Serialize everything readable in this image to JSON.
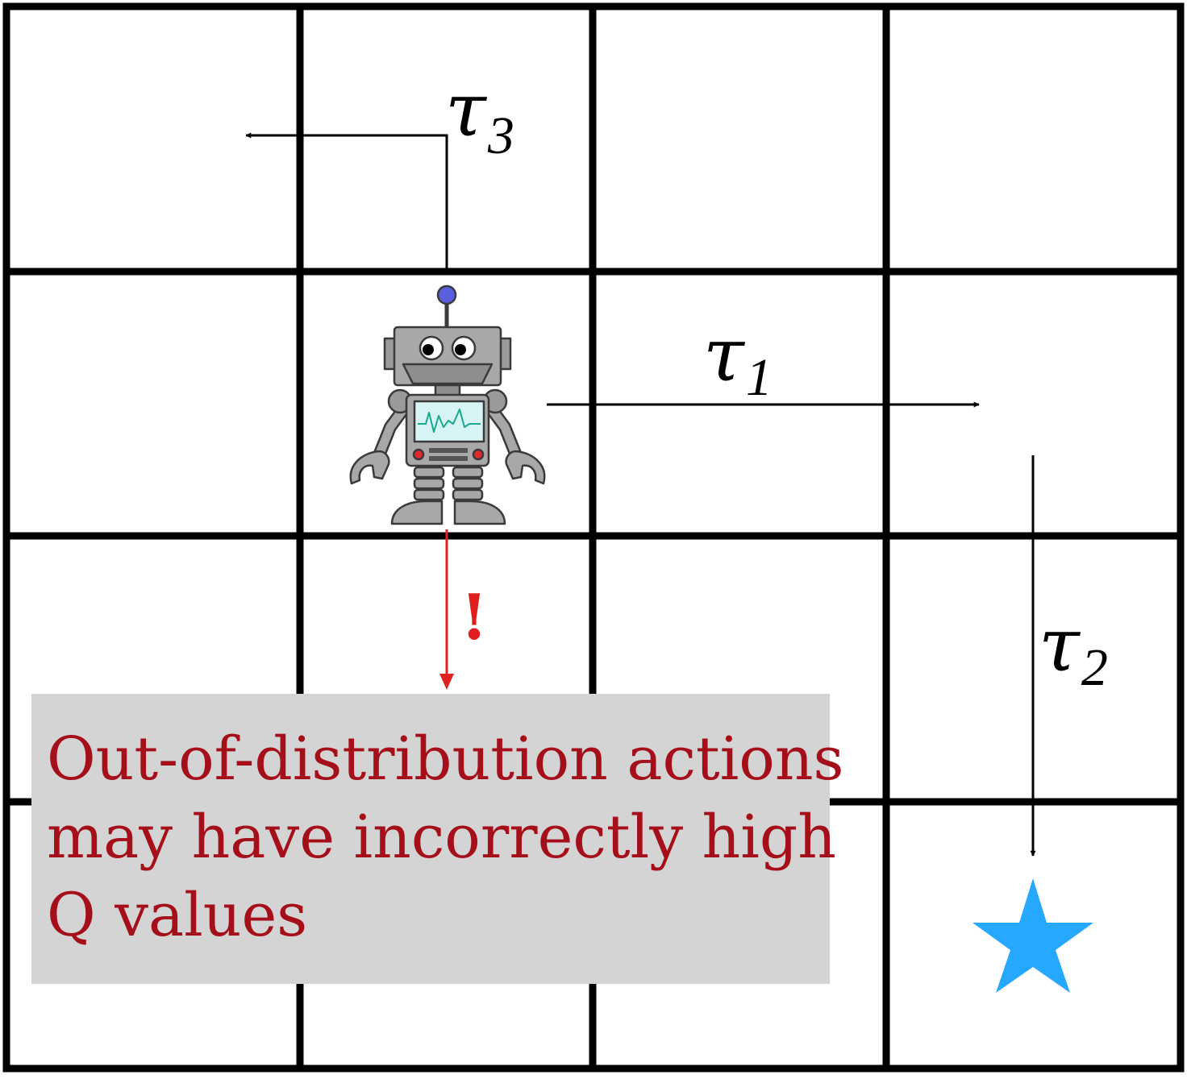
{
  "grid": {
    "rows": 4,
    "cols": 4
  },
  "trajectories": [
    {
      "symbol": "τ",
      "index": "1"
    },
    {
      "symbol": "τ",
      "index": "2"
    },
    {
      "symbol": "τ",
      "index": "3"
    }
  ],
  "warning": {
    "mark": "!",
    "lines": [
      "Out-of-distribution actions",
      "may have incorrectly high",
      "Q values"
    ]
  },
  "colors": {
    "grid_line": "#000000",
    "arrow": "#000000",
    "warning_text": "#a50f1a",
    "warning_arrow": "#e02020",
    "note_background": "#d4d4d4",
    "goal_star": "#26a8ff"
  },
  "icons": {
    "agent": "robot-icon",
    "goal": "star-icon"
  }
}
